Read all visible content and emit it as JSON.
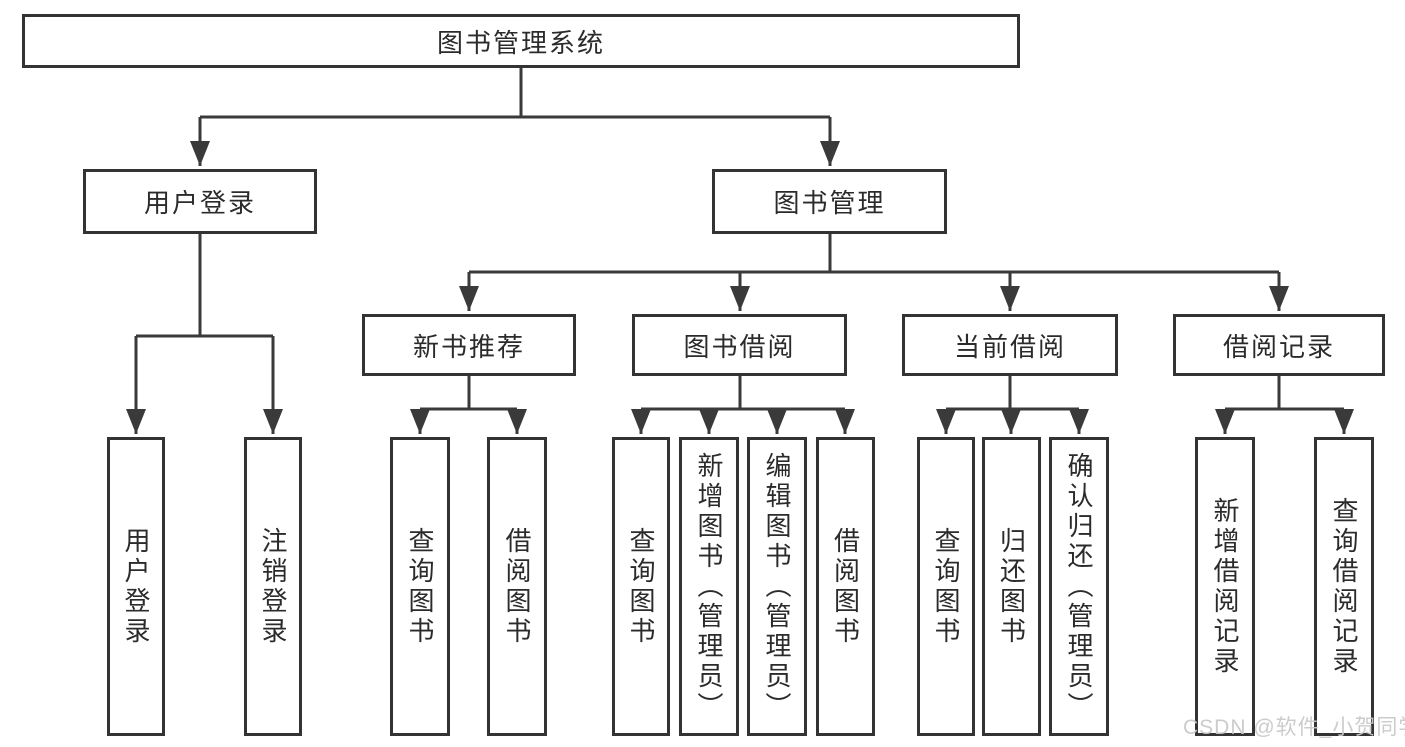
{
  "diagram": {
    "root": "图书管理系统",
    "level2": [
      "用户登录",
      "图书管理"
    ],
    "level3": [
      "新书推荐",
      "图书借阅",
      "当前借阅",
      "借阅记录"
    ],
    "leaves_user_login": [
      "用户登录",
      "注销登录"
    ],
    "leaves_new_books": [
      "查询图书",
      "借阅图书"
    ],
    "leaves_book_borrow": [
      "查询图书",
      "新增图书（管理员）",
      "编辑图书（管理员）",
      "借阅图书"
    ],
    "leaves_current_borrow": [
      "查询图书",
      "归还图书",
      "确认归还（管理员）"
    ],
    "leaves_borrow_records": [
      "新增借阅记录",
      "查询借阅记录"
    ]
  },
  "watermark": "CSDN @软件_小贺同学",
  "colors": {
    "line": "#3a3a3a",
    "border": "#333333",
    "text": "#2b2b2b",
    "background": "#ffffff",
    "watermark": "#c9c9c9"
  }
}
